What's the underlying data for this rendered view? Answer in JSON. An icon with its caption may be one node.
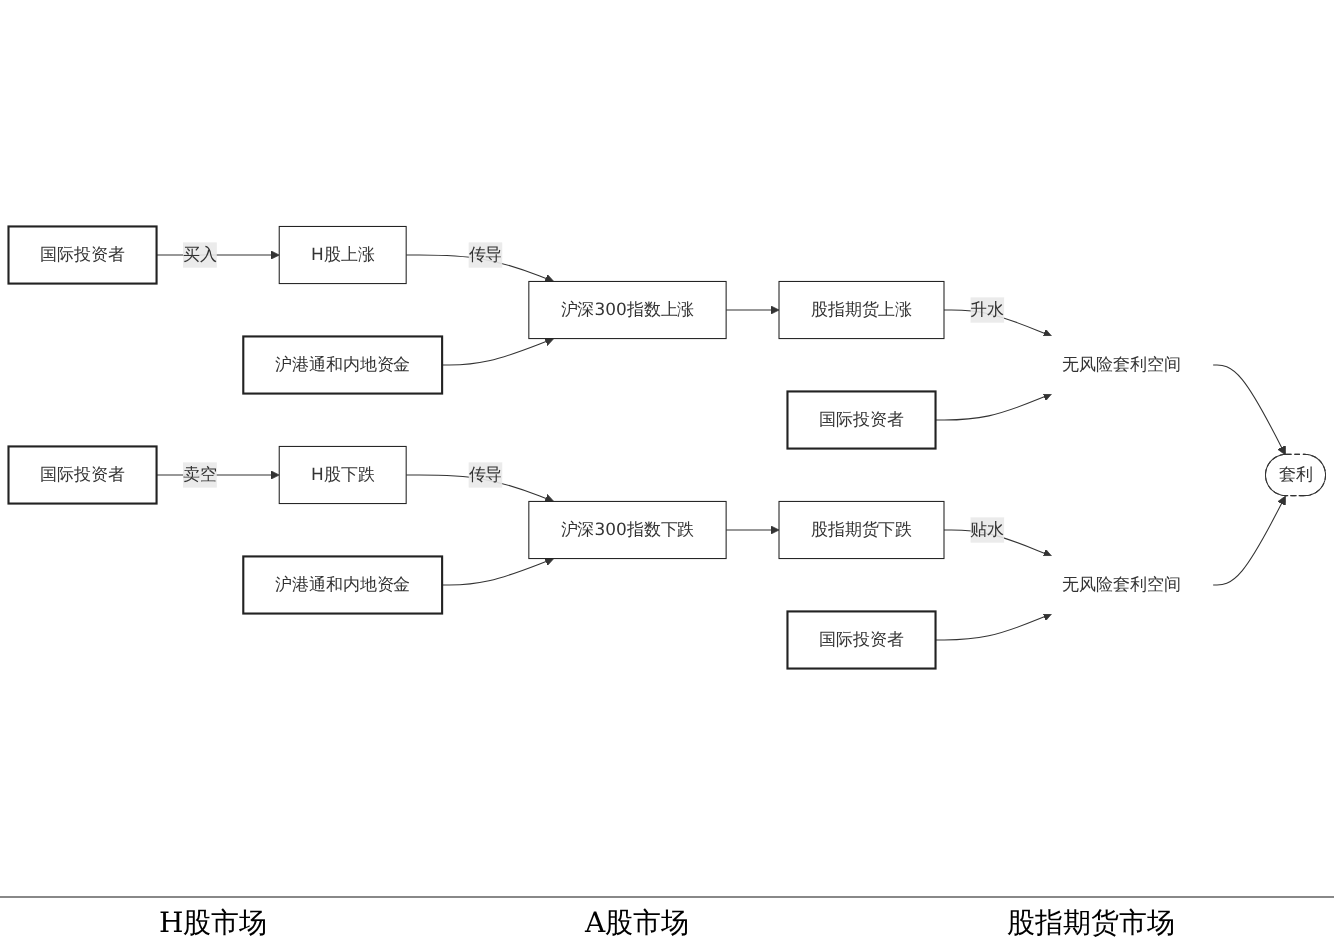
{
  "diagram": {
    "nodes": [
      {
        "text": [
          "国际投资者"
        ]
      },
      {
        "text": [
          "沪港通和内地资金"
        ]
      },
      {
        "text": [
          "国际投资者"
        ]
      },
      {
        "text": [
          "H股上涨"
        ]
      },
      {
        "text": [
          "沪深300指数上涨"
        ]
      },
      {
        "text": [
          "股指期货上涨"
        ]
      },
      {
        "text": [
          "无风险套利空间"
        ]
      },
      {
        "text": [
          "套利"
        ]
      },
      {
        "text": [
          "H股下跌"
        ]
      },
      {
        "text": [
          "沪深300指数下跌"
        ]
      },
      {
        "text": [
          "股指期货下跌"
        ]
      },
      {
        "text": [
          "无风险套利空间"
        ]
      },
      {
        "text": [
          "国际投资者"
        ]
      },
      {
        "text": [
          "沪港通和内地资金"
        ]
      },
      {
        "text": [
          "国际投资者"
        ]
      }
    ],
    "edges": [
      {
        "from": 0,
        "to": 3,
        "arrow": "to",
        "label": "买入"
      },
      {
        "from": 3,
        "to": 4,
        "arrow": "to",
        "label": "传导"
      },
      {
        "from": 1,
        "to": 4,
        "arrow": "to"
      },
      {
        "from": 4,
        "to": 5,
        "arrow": "to"
      },
      {
        "from": 5,
        "to": 6,
        "arrow": "to",
        "label": "升水"
      },
      {
        "from": 2,
        "to": 6,
        "arrow": "to"
      },
      {
        "from": 6,
        "to": 7,
        "arrow": "to"
      },
      {
        "from": 12,
        "to": 8,
        "arrow": "to",
        "label": "卖空"
      },
      {
        "from": 8,
        "to": 9,
        "arrow": "to",
        "label": "传导"
      },
      {
        "from": 13,
        "to": 9,
        "arrow": "to"
      },
      {
        "from": 9,
        "to": 10,
        "arrow": "to"
      },
      {
        "from": 10,
        "to": 11,
        "arrow": "to",
        "label": "贴水"
      },
      {
        "from": 14,
        "to": 11,
        "arrow": "to"
      },
      {
        "from": 11,
        "to": 7,
        "arrow": "to"
      }
    ],
    "labels": [
      "H股市场",
      "A股市场",
      "股指期货市场"
    ]
  }
}
